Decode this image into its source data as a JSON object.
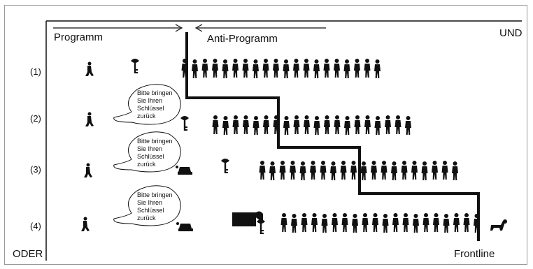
{
  "labels": {
    "program": "Programm",
    "anti_program": "Anti-Programm",
    "and": "UND",
    "or": "ODER",
    "frontline": "Frontline"
  },
  "rows": [
    "(1)",
    "(2)",
    "(3)",
    "(4)"
  ],
  "bubble_lines": [
    "Bitte bringen",
    "Sie Ihren",
    "Schlüssel",
    "zurück"
  ],
  "crowd_counts": [
    20,
    20,
    20,
    20
  ],
  "colors": {
    "ink": "#111111",
    "frame": "#9a9a9a"
  }
}
